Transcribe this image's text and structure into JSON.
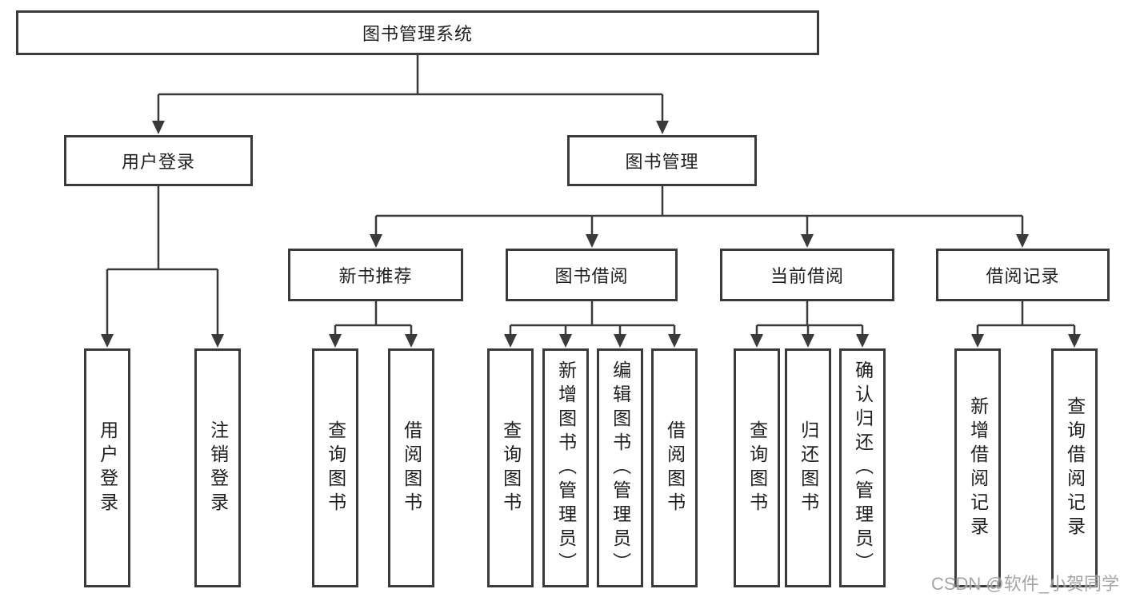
{
  "root_label": "图书管理系统",
  "level2": [
    {
      "label": "用户登录"
    },
    {
      "label": "图书管理"
    }
  ],
  "level3": [
    {
      "label": "新书推荐",
      "parent": "图书管理"
    },
    {
      "label": "图书借阅",
      "parent": "图书管理"
    },
    {
      "label": "当前借阅",
      "parent": "图书管理"
    },
    {
      "label": "借阅记录",
      "parent": "图书管理"
    }
  ],
  "leaves": [
    {
      "label": "用户登录",
      "parent": "用户登录"
    },
    {
      "label": "注销登录",
      "parent": "用户登录"
    },
    {
      "label": "查询图书",
      "parent": "新书推荐"
    },
    {
      "label": "借阅图书",
      "parent": "新书推荐"
    },
    {
      "label": "查询图书",
      "parent": "图书借阅"
    },
    {
      "label": "新增图书（管理员）",
      "parent": "图书借阅"
    },
    {
      "label": "编辑图书（管理员）",
      "parent": "图书借阅"
    },
    {
      "label": "借阅图书",
      "parent": "图书借阅"
    },
    {
      "label": "查询图书",
      "parent": "当前借阅"
    },
    {
      "label": "归还图书",
      "parent": "当前借阅"
    },
    {
      "label": "确认归还（管理员）",
      "parent": "当前借阅"
    },
    {
      "label": "新增借阅记录",
      "parent": "借阅记录"
    },
    {
      "label": "查询借阅记录",
      "parent": "借阅记录"
    }
  ],
  "watermark": "CSDN @软件_小贺同学",
  "colors": {
    "line": "#3a3a3a",
    "background": "#ffffff",
    "text": "#1f1f1f",
    "watermark": "#949494"
  }
}
